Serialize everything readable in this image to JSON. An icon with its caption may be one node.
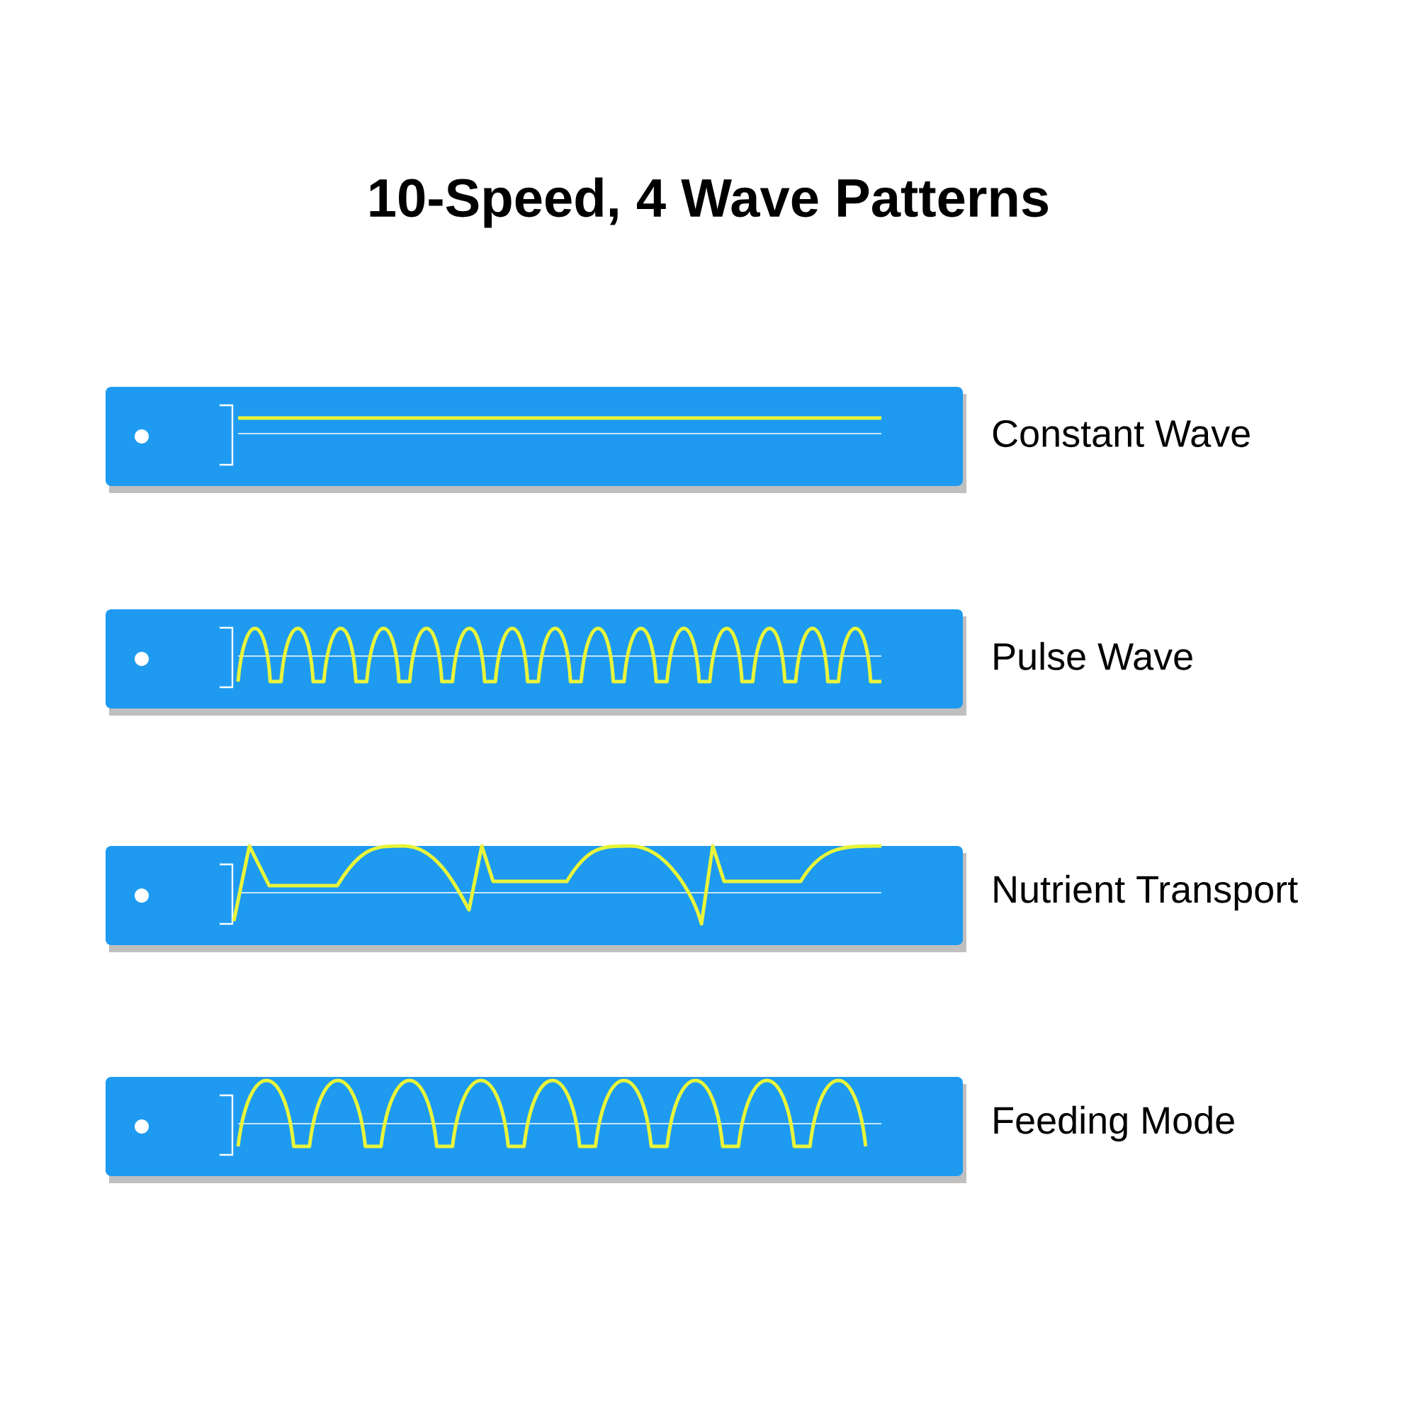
{
  "diagram": {
    "title": "10-Speed, 4 Wave Patterns",
    "nodes": [
      {
        "text": [],
        "shape": "bar",
        "beside": [
          "Constant Wave"
        ]
      },
      {
        "text": [],
        "shape": "bar",
        "beside": [
          "Pulse Wave"
        ]
      },
      {
        "text": [],
        "shape": "bar",
        "beside": [
          "Nutrient Transport"
        ]
      },
      {
        "text": [],
        "shape": "bar",
        "beside": [
          "Feeding Mode"
        ]
      }
    ]
  }
}
